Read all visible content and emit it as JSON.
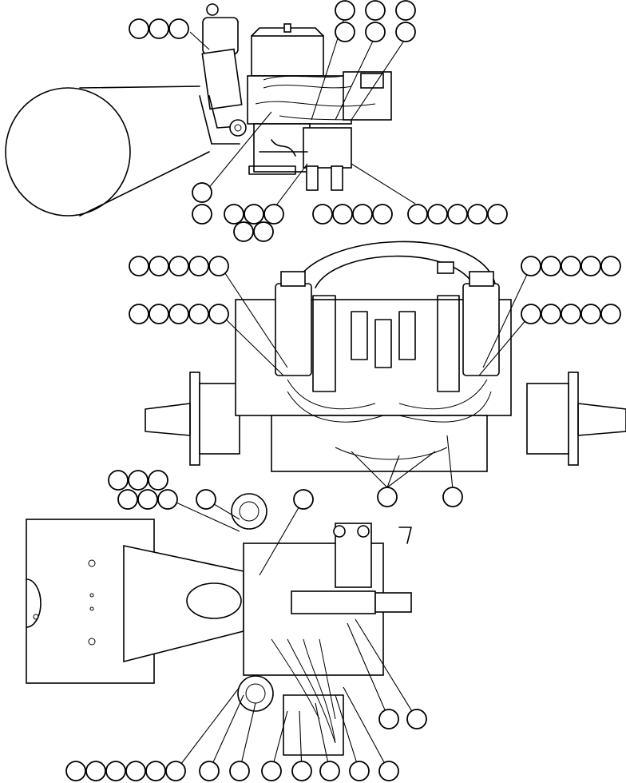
{
  "diagram": {
    "description_visible_text": "",
    "views": [
      {
        "id": "view-top-side"
      },
      {
        "id": "view-front"
      },
      {
        "id": "view-plan"
      }
    ],
    "callout_balloons_label_text": ""
  }
}
